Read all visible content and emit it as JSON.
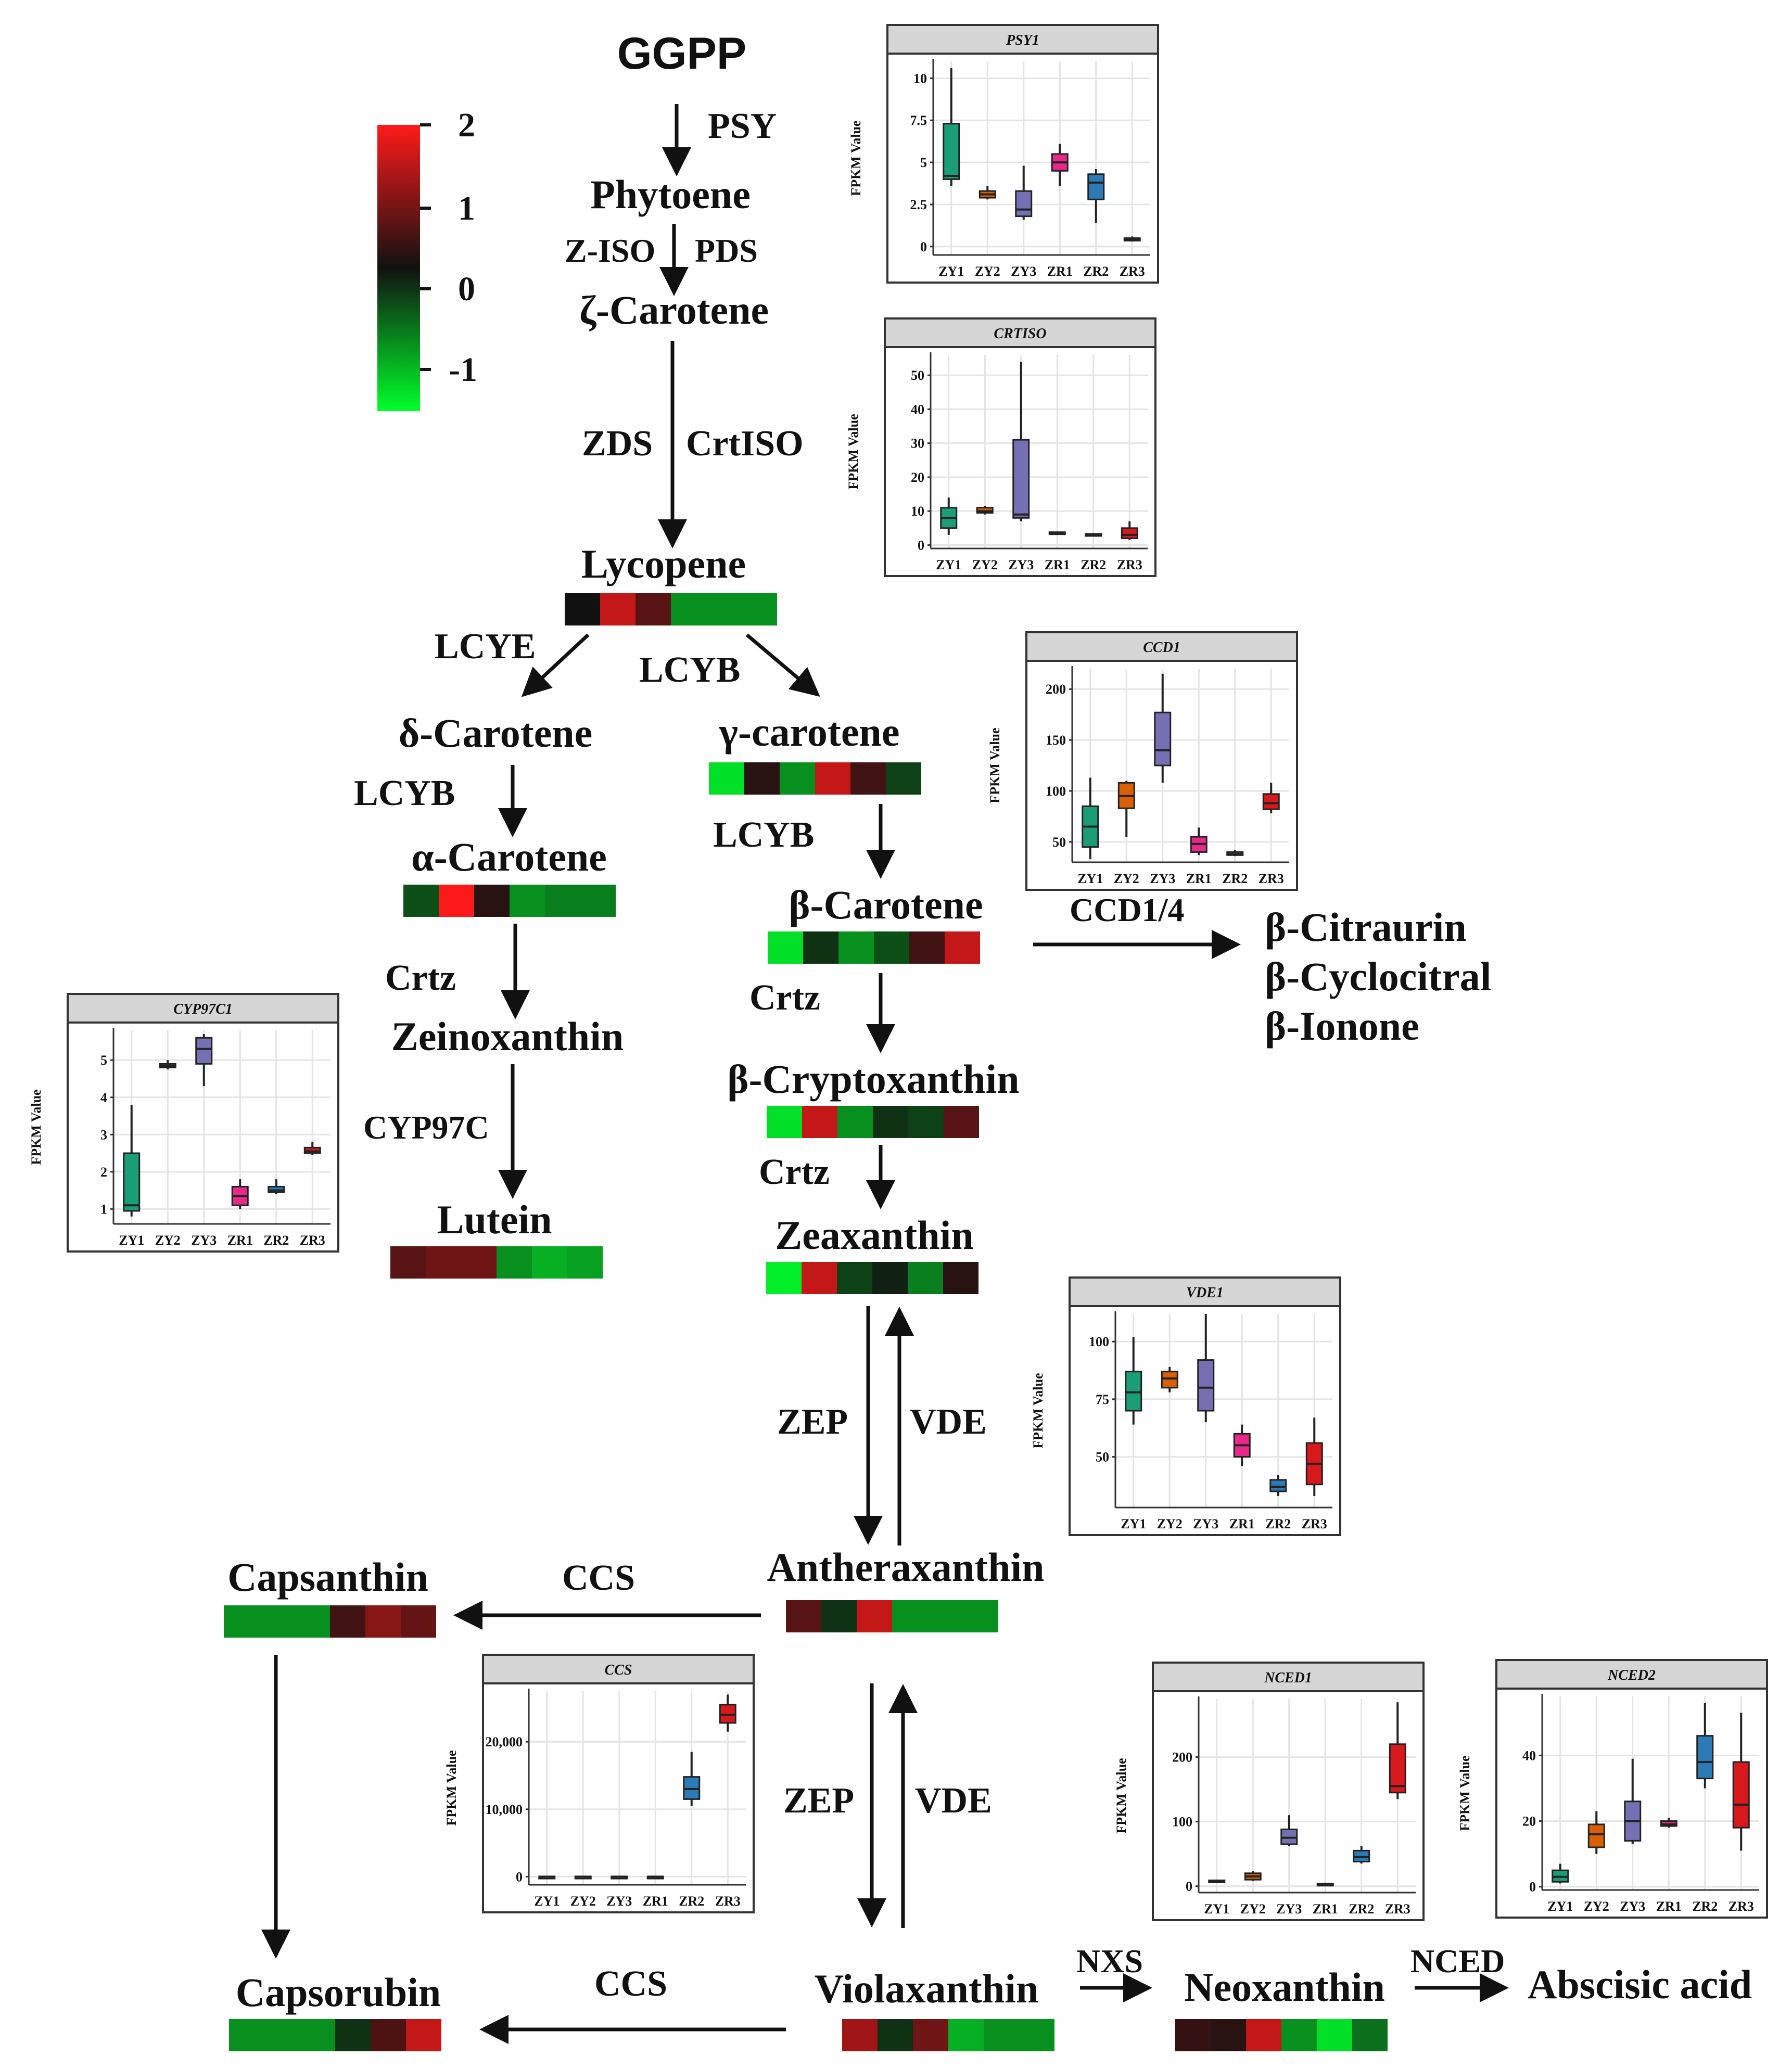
{
  "colors": {
    "high": "#ff1a1a",
    "mid": "#111111",
    "low": "#00ff2a",
    "panel_header": "#d6d6d6",
    "grid": "#e4e4e4"
  },
  "legend": {
    "ticks": [
      "2",
      "1",
      "0",
      "-1"
    ]
  },
  "compounds": {
    "ggpp": "GGPP",
    "phytoene": "Phytoene",
    "zeta": "ζ-Carotene",
    "lycopene": "Lycopene",
    "delta": "δ-Carotene",
    "gamma": "γ-carotene",
    "alpha": "α-Carotene",
    "beta": "β-Carotene",
    "zeinoxanthin": "Zeinoxanthin",
    "lutein": "Lutein",
    "cryptoxanthin": "β-Cryptoxanthin",
    "zeaxanthin": "Zeaxanthin",
    "citraurin": "β-Citraurin",
    "cyclocitral": "β-Cyclocitral",
    "ionone": "β-Ionone",
    "antheraxanthin": "Antheraxanthin",
    "capsanthin": "Capsanthin",
    "capsorubin": "Capsorubin",
    "violaxanthin": "Violaxanthin",
    "neoxanthin": "Neoxanthin",
    "abscisic": "Abscisic acid"
  },
  "enzymes": {
    "psy": "PSY",
    "ziso": "Z-ISO",
    "pds": "PDS",
    "zds": "ZDS",
    "crtiso": "CrtISO",
    "lcye": "LCYE",
    "lcyb1": "LCYB",
    "lcyb2": "LCYB",
    "lcyb3": "LCYB",
    "crtz1": "Crtz",
    "crtz2": "Crtz",
    "crtz3": "Crtz",
    "cyp97c": "CYP97C",
    "ccd14": "CCD1/4",
    "zep1": "ZEP",
    "vde1": "VDE",
    "zep2": "ZEP",
    "vde2": "VDE",
    "ccs1": "CCS",
    "ccs2": "CCS",
    "nxs": "NXS",
    "nced": "NCED"
  },
  "heatmaps": {
    "lycopene": [
      0.0,
      1.5,
      0.6,
      -0.8,
      -0.8,
      -0.8
    ],
    "gamma": [
      -1.3,
      0.2,
      -0.8,
      1.5,
      0.4,
      -0.3
    ],
    "alpha": [
      -0.4,
      2.0,
      0.2,
      -0.8,
      -0.7,
      -0.7
    ],
    "beta": [
      -1.3,
      -0.2,
      -0.8,
      -0.4,
      0.4,
      1.5
    ],
    "lutein": [
      0.6,
      0.8,
      0.8,
      -0.8,
      -1.0,
      -0.9
    ],
    "cryptoxanthin": [
      -1.3,
      1.5,
      -0.8,
      -0.2,
      -0.3,
      0.6
    ],
    "zeaxanthin": [
      -1.4,
      1.5,
      -0.3,
      -0.1,
      -0.7,
      0.2
    ],
    "antheraxanthin": [
      0.6,
      -0.2,
      1.5,
      -0.8,
      -0.8,
      -0.8
    ],
    "capsanthin": [
      -0.8,
      -0.8,
      -0.8,
      0.4,
      1.0,
      0.7
    ],
    "capsorubin": [
      -0.8,
      -0.8,
      -0.8,
      -0.2,
      0.5,
      1.5
    ],
    "violaxanthin": [
      1.2,
      -0.2,
      0.8,
      -1.0,
      -0.8,
      -0.8
    ],
    "neoxanthin": [
      0.3,
      0.2,
      1.5,
      -0.8,
      -1.3,
      -0.6
    ]
  },
  "chart_data": [
    {
      "type": "boxplot",
      "title": "PSY1",
      "ylabel": "FPKM Value",
      "categories": [
        "ZY1",
        "ZY2",
        "ZY3",
        "ZR1",
        "ZR2",
        "ZR3"
      ],
      "yticks": [
        "0",
        "2.5",
        "5",
        "7.5",
        "10"
      ],
      "ylim": [
        -0.5,
        11
      ],
      "colors": [
        "#1b9e77",
        "#d95f02",
        "#7570b3",
        "#e7298a",
        "#2c7bb6",
        "#d7191c"
      ],
      "boxes": [
        {
          "min": 3.6,
          "q1": 4.0,
          "median": 4.2,
          "q3": 7.3,
          "max": 10.6
        },
        {
          "min": 2.8,
          "q1": 2.9,
          "median": 3.1,
          "q3": 3.3,
          "max": 3.6
        },
        {
          "min": 1.6,
          "q1": 1.8,
          "median": 2.2,
          "q3": 3.3,
          "max": 4.8
        },
        {
          "min": 3.6,
          "q1": 4.5,
          "median": 5.0,
          "q3": 5.5,
          "max": 6.1
        },
        {
          "min": 1.4,
          "q1": 2.8,
          "median": 3.8,
          "q3": 4.3,
          "max": 4.6
        },
        {
          "min": 0.3,
          "q1": 0.35,
          "median": 0.45,
          "q3": 0.5,
          "max": 0.6
        }
      ]
    },
    {
      "type": "boxplot",
      "title": "CRTISO",
      "ylabel": "FPKM Value",
      "categories": [
        "ZY1",
        "ZY2",
        "ZY3",
        "ZR1",
        "ZR2",
        "ZR3"
      ],
      "yticks": [
        "0",
        "10",
        "20",
        "30",
        "40",
        "50"
      ],
      "ylim": [
        -1,
        56
      ],
      "colors": [
        "#1b9e77",
        "#d95f02",
        "#7570b3",
        "#e7298a",
        "#2c7bb6",
        "#d7191c"
      ],
      "boxes": [
        {
          "min": 3,
          "q1": 5,
          "median": 8,
          "q3": 11,
          "max": 14
        },
        {
          "min": 9,
          "q1": 9.5,
          "median": 10,
          "q3": 11,
          "max": 11.5
        },
        {
          "min": 7,
          "q1": 8,
          "median": 9,
          "q3": 31,
          "max": 54
        },
        {
          "min": 3,
          "q1": 3.2,
          "median": 3.5,
          "q3": 3.8,
          "max": 4
        },
        {
          "min": 2.5,
          "q1": 2.8,
          "median": 3,
          "q3": 3.3,
          "max": 3.5
        },
        {
          "min": 1.5,
          "q1": 2,
          "median": 3,
          "q3": 5,
          "max": 7
        }
      ]
    },
    {
      "type": "boxplot",
      "title": "CCD1",
      "ylabel": "FPKM Value",
      "categories": [
        "ZY1",
        "ZY2",
        "ZY3",
        "ZR1",
        "ZR2",
        "ZR3"
      ],
      "yticks": [
        "50",
        "100",
        "150",
        "200"
      ],
      "ylim": [
        30,
        220
      ],
      "colors": [
        "#1b9e77",
        "#d95f02",
        "#7570b3",
        "#e7298a",
        "#2c7bb6",
        "#d7191c"
      ],
      "boxes": [
        {
          "min": 33,
          "q1": 45,
          "median": 65,
          "q3": 85,
          "max": 113
        },
        {
          "min": 55,
          "q1": 83,
          "median": 95,
          "q3": 108,
          "max": 110
        },
        {
          "min": 108,
          "q1": 125,
          "median": 140,
          "q3": 177,
          "max": 215
        },
        {
          "min": 37,
          "q1": 40,
          "median": 48,
          "q3": 55,
          "max": 64
        },
        {
          "min": 36,
          "q1": 37,
          "median": 38,
          "q3": 40,
          "max": 42
        },
        {
          "min": 78,
          "q1": 82,
          "median": 88,
          "q3": 97,
          "max": 108
        }
      ]
    },
    {
      "type": "boxplot",
      "title": "CYP97C1",
      "ylabel": "FPKM Value",
      "categories": [
        "ZY1",
        "ZY2",
        "ZY3",
        "ZR1",
        "ZR2",
        "ZR3"
      ],
      "yticks": [
        "1",
        "2",
        "3",
        "4",
        "5"
      ],
      "ylim": [
        0.6,
        5.8
      ],
      "colors": [
        "#1b9e77",
        "#d95f02",
        "#7570b3",
        "#e7298a",
        "#2c7bb6",
        "#d7191c"
      ],
      "boxes": [
        {
          "min": 0.8,
          "q1": 0.95,
          "median": 1.1,
          "q3": 2.5,
          "max": 3.8
        },
        {
          "min": 4.75,
          "q1": 4.8,
          "median": 4.85,
          "q3": 4.9,
          "max": 5.0
        },
        {
          "min": 4.3,
          "q1": 4.9,
          "median": 5.3,
          "q3": 5.6,
          "max": 5.7
        },
        {
          "min": 1.0,
          "q1": 1.1,
          "median": 1.35,
          "q3": 1.6,
          "max": 1.8
        },
        {
          "min": 1.4,
          "q1": 1.45,
          "median": 1.5,
          "q3": 1.6,
          "max": 1.8
        },
        {
          "min": 2.45,
          "q1": 2.5,
          "median": 2.55,
          "q3": 2.65,
          "max": 2.8
        }
      ]
    },
    {
      "type": "boxplot",
      "title": "VDE1",
      "ylabel": "FPKM Value",
      "categories": [
        "ZY1",
        "ZY2",
        "ZY3",
        "ZR1",
        "ZR2",
        "ZR3"
      ],
      "yticks": [
        "50",
        "75",
        "100"
      ],
      "ylim": [
        28,
        112
      ],
      "colors": [
        "#1b9e77",
        "#d95f02",
        "#7570b3",
        "#e7298a",
        "#2c7bb6",
        "#d7191c"
      ],
      "boxes": [
        {
          "min": 64,
          "q1": 70,
          "median": 78,
          "q3": 87,
          "max": 102
        },
        {
          "min": 78,
          "q1": 80,
          "median": 84,
          "q3": 87,
          "max": 89
        },
        {
          "min": 65,
          "q1": 70,
          "median": 80,
          "q3": 92,
          "max": 112
        },
        {
          "min": 46,
          "q1": 50,
          "median": 55,
          "q3": 60,
          "max": 64
        },
        {
          "min": 33,
          "q1": 35,
          "median": 37,
          "q3": 40,
          "max": 42
        },
        {
          "min": 33,
          "q1": 38,
          "median": 47,
          "q3": 56,
          "max": 67
        }
      ]
    },
    {
      "type": "boxplot",
      "title": "CCS",
      "ylabel": "FPKM Value",
      "categories": [
        "ZY1",
        "ZY2",
        "ZY3",
        "ZR1",
        "ZR2",
        "ZR3"
      ],
      "yticks": [
        "0",
        "10,000",
        "20,000"
      ],
      "ylim": [
        -1200,
        27500
      ],
      "colors": [
        "#1b9e77",
        "#d95f02",
        "#7570b3",
        "#e7298a",
        "#2c7bb6",
        "#d7191c"
      ],
      "boxes": [
        {
          "min": 0,
          "q1": 0,
          "median": 10,
          "q3": 30,
          "max": 40
        },
        {
          "min": 0,
          "q1": 0,
          "median": 10,
          "q3": 30,
          "max": 40
        },
        {
          "min": 0,
          "q1": 0,
          "median": 10,
          "q3": 30,
          "max": 40
        },
        {
          "min": 0,
          "q1": 0,
          "median": 10,
          "q3": 30,
          "max": 40
        },
        {
          "min": 10500,
          "q1": 11500,
          "median": 13000,
          "q3": 14800,
          "max": 18500
        },
        {
          "min": 21500,
          "q1": 22800,
          "median": 24000,
          "q3": 25500,
          "max": 27000
        }
      ]
    },
    {
      "type": "boxplot",
      "title": "NCED1",
      "ylabel": "FPKM Value",
      "categories": [
        "ZY1",
        "ZY2",
        "ZY3",
        "ZR1",
        "ZR2",
        "ZR3"
      ],
      "yticks": [
        "0",
        "100",
        "200"
      ],
      "ylim": [
        -10,
        290
      ],
      "colors": [
        "#1b9e77",
        "#d95f02",
        "#7570b3",
        "#e7298a",
        "#2c7bb6",
        "#d7191c"
      ],
      "boxes": [
        {
          "min": 5,
          "q1": 6,
          "median": 7,
          "q3": 9,
          "max": 10
        },
        {
          "min": 8,
          "q1": 10,
          "median": 15,
          "q3": 20,
          "max": 23
        },
        {
          "min": 62,
          "q1": 65,
          "median": 75,
          "q3": 88,
          "max": 110
        },
        {
          "min": 1,
          "q1": 2,
          "median": 3,
          "q3": 4,
          "max": 5
        },
        {
          "min": 35,
          "q1": 38,
          "median": 45,
          "q3": 55,
          "max": 62
        },
        {
          "min": 135,
          "q1": 145,
          "median": 155,
          "q3": 220,
          "max": 285
        }
      ]
    },
    {
      "type": "boxplot",
      "title": "NCED2",
      "ylabel": "FPKM Value",
      "categories": [
        "ZY1",
        "ZY2",
        "ZY3",
        "ZR1",
        "ZR2",
        "ZR3"
      ],
      "yticks": [
        "0",
        "20",
        "40"
      ],
      "ylim": [
        -1,
        58
      ],
      "colors": [
        "#1b9e77",
        "#d95f02",
        "#7570b3",
        "#e7298a",
        "#2c7bb6",
        "#d7191c"
      ],
      "boxes": [
        {
          "min": 1,
          "q1": 1.5,
          "median": 3,
          "q3": 5,
          "max": 7
        },
        {
          "min": 10,
          "q1": 12,
          "median": 16,
          "q3": 19,
          "max": 23
        },
        {
          "min": 13,
          "q1": 14,
          "median": 20,
          "q3": 26,
          "max": 39
        },
        {
          "min": 18,
          "q1": 18.5,
          "median": 19,
          "q3": 20,
          "max": 21
        },
        {
          "min": 30,
          "q1": 33,
          "median": 38,
          "q3": 46,
          "max": 56
        },
        {
          "min": 11,
          "q1": 18,
          "median": 25,
          "q3": 38,
          "max": 53
        }
      ]
    }
  ]
}
